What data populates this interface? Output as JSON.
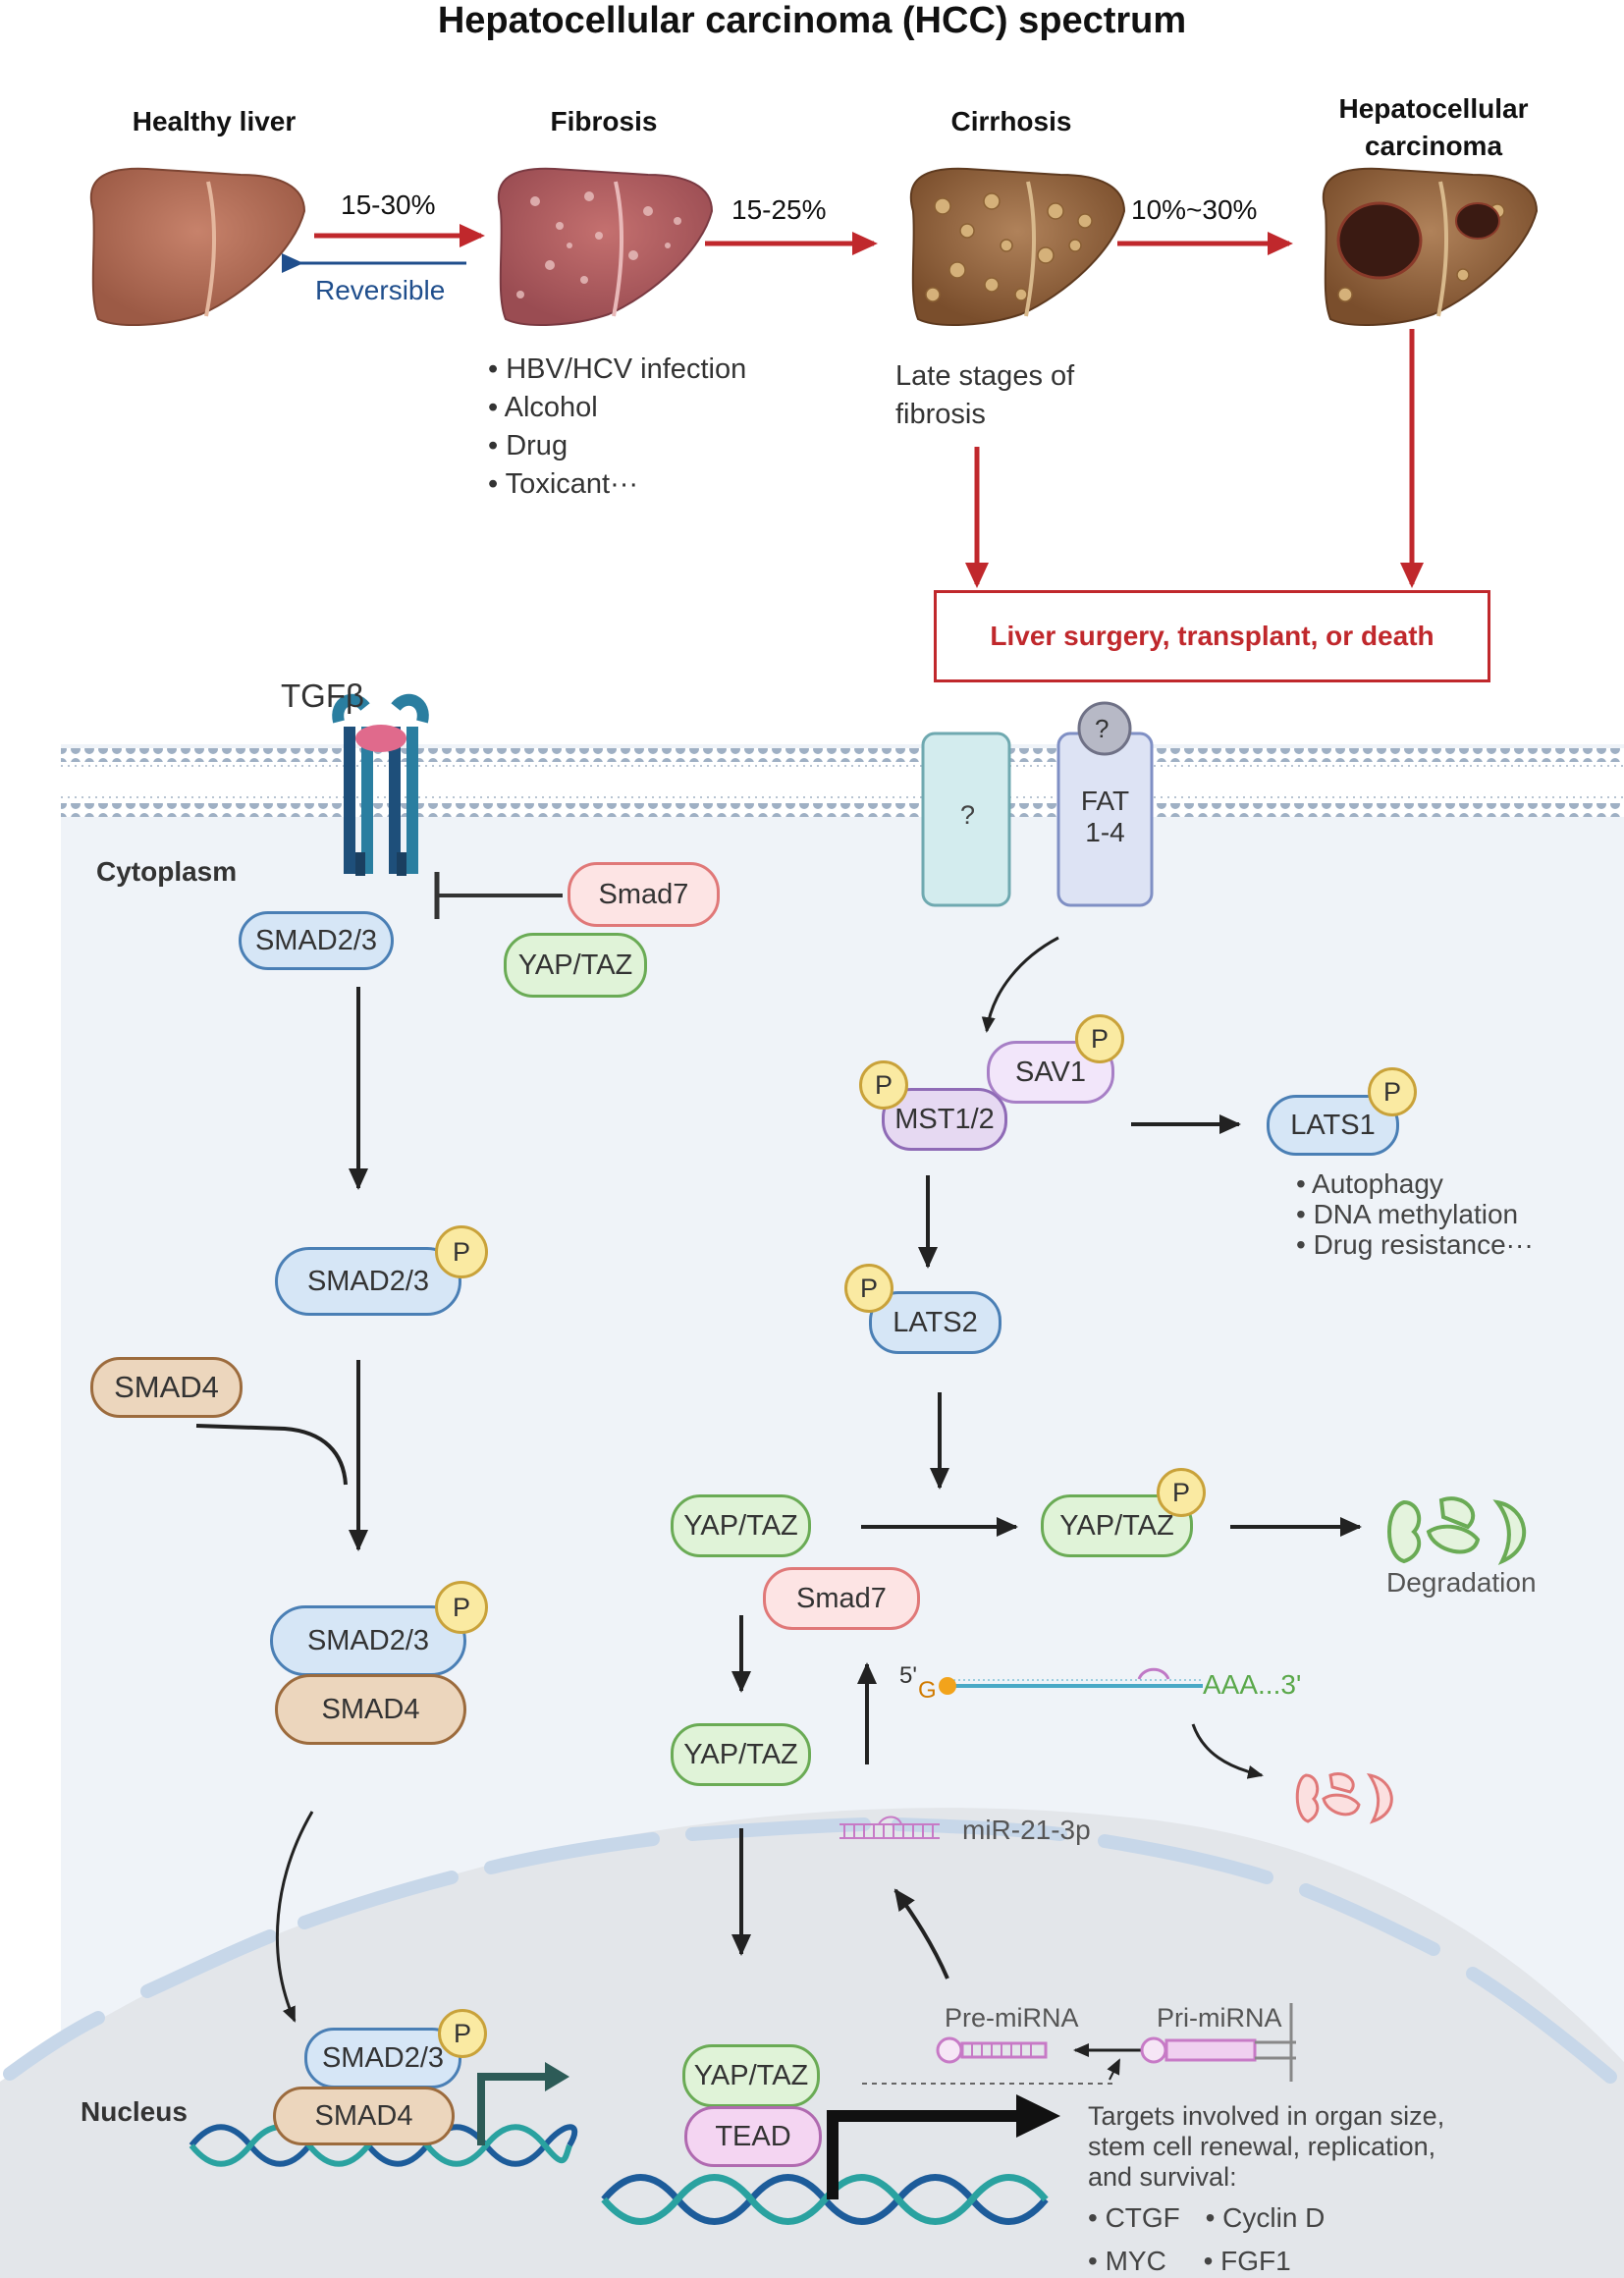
{
  "title": "Hepatocellular carcinoma  (HCC) spectrum",
  "stages": {
    "healthy": "Healthy liver",
    "fibrosis": "Fibrosis",
    "cirrhosis": "Cirrhosis",
    "hcc_line1": "Hepatocellular",
    "hcc_line2": "carcinoma"
  },
  "transitions": {
    "healthy_to_fibrosis": "15-30%",
    "reversible": "Reversible",
    "fibrosis_to_cirrhosis": "15-25%",
    "cirrhosis_to_hcc": "10%~30%"
  },
  "fibrosis_causes": [
    "• HBV/HCV infection",
    "• Alcohol",
    "• Drug",
    "• Toxicant···"
  ],
  "cirrhosis_note": [
    "Late stages of",
    "fibrosis"
  ],
  "outcome": "Liver surgery, transplant,  or death",
  "pathway": {
    "tgfb": "TGFβ",
    "cytoplasm": "Cytoplasm",
    "nucleus": "Nucleus",
    "smad23": "SMAD2/3",
    "smad4": "SMAD4",
    "smad7": "Smad7",
    "yaptaz": "YAP/TAZ",
    "unknown_receptor": "?",
    "fat_line1": "FAT",
    "fat_line2": "1-4",
    "fat_q": "?",
    "sav1": "SAV1",
    "mst12": "MST1/2",
    "lats1": "LATS1",
    "lats2": "LATS2",
    "p": "P",
    "lats1_effects": [
      "• Autophagy",
      "• DNA methylation",
      "• Drug resistance···"
    ],
    "degradation": "Degradation",
    "mrna_5": "5'",
    "mrna_g": "G",
    "mrna_tail": "AAA...3'",
    "mir": "miR-21-3p",
    "pre_mirna": "Pre-miRNA",
    "pri_mirna": "Pri-miRNA",
    "tead": "TEAD",
    "targets_lines": [
      "Targets involved in organ size,",
      "stem cell renewal, replication,",
      "and survival:"
    ],
    "targets_row1": [
      "• CTGF",
      "• Cyclin D"
    ],
    "targets_row2": [
      "• MYC",
      "• FGF1"
    ]
  },
  "colors": {
    "red_arrow": "#c0282c",
    "blue_arrow": "#1f4e8c",
    "cell_bg": "#eff3f8",
    "nucleus_bg": "#e6e9ec",
    "dna_blue": "#1d5c9a",
    "dna_teal": "#2aa2a0"
  }
}
